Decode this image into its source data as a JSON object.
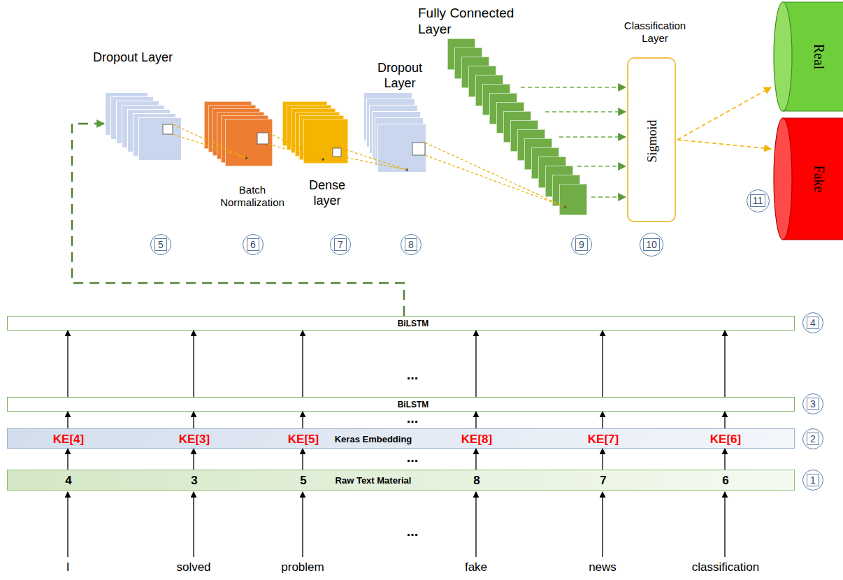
{
  "diagram": {
    "nodes": [
      {
        "text": [
          "Dropout Layer"
        ]
      },
      {
        "text": [
          "Batch Normalization"
        ]
      },
      {
        "text": [
          "Dense layer"
        ]
      },
      {
        "text": [
          "Dropout Layer"
        ]
      },
      {
        "text": [
          "Fully Connected Layer"
        ]
      },
      {
        "text": [
          "Classification Layer",
          "Sigmoid"
        ]
      },
      {
        "text": [
          "Real"
        ]
      },
      {
        "text": [
          "Fake"
        ]
      },
      {
        "text": [
          "BiLSTM"
        ]
      },
      {
        "text": [
          "BiLSTM"
        ]
      },
      {
        "text": [
          "KE[4]",
          "KE[3]",
          "KE[5]",
          "Keras Embedding",
          "KE[8]",
          "KE[7]",
          "KE[6]"
        ]
      },
      {
        "text": [
          "4",
          "3",
          "5",
          "Raw Text Material",
          "8",
          "7",
          "6"
        ]
      }
    ],
    "edges": [
      {
        "from": 11,
        "to": 10,
        "arrow": "to"
      },
      {
        "from": 11,
        "to": 10,
        "arrow": "to"
      },
      {
        "from": 11,
        "to": 10,
        "arrow": "to"
      },
      {
        "from": 11,
        "to": 10,
        "arrow": "to"
      },
      {
        "from": 11,
        "to": 10,
        "arrow": "to"
      },
      {
        "from": 11,
        "to": 10,
        "arrow": "to"
      },
      {
        "from": 10,
        "to": 9,
        "arrow": "to"
      },
      {
        "from": 10,
        "to": 9,
        "arrow": "to"
      },
      {
        "from": 10,
        "to": 9,
        "arrow": "to"
      },
      {
        "from": 10,
        "to": 9,
        "arrow": "to"
      },
      {
        "from": 10,
        "to": 9,
        "arrow": "to"
      },
      {
        "from": 10,
        "to": 9,
        "arrow": "to"
      },
      {
        "from": 9,
        "to": 8,
        "arrow": "to"
      },
      {
        "from": 9,
        "to": 8,
        "arrow": "to"
      },
      {
        "from": 9,
        "to": 8,
        "arrow": "to"
      },
      {
        "from": 9,
        "to": 8,
        "arrow": "to"
      },
      {
        "from": 9,
        "to": 8,
        "arrow": "to"
      },
      {
        "from": 9,
        "to": 8,
        "arrow": "to"
      },
      {
        "from": 8,
        "to": 0,
        "arrow": "to"
      },
      {
        "from": 0,
        "to": 1,
        "arrow": "none"
      },
      {
        "from": 1,
        "to": 2,
        "arrow": "none"
      },
      {
        "from": 2,
        "to": 3,
        "arrow": "none"
      },
      {
        "from": 3,
        "to": 4,
        "arrow": "none"
      },
      {
        "from": 4,
        "to": 5,
        "arrow": "to"
      },
      {
        "from": 4,
        "to": 5,
        "arrow": "to"
      },
      {
        "from": 4,
        "to": 5,
        "arrow": "to"
      },
      {
        "from": 4,
        "to": 5,
        "arrow": "to"
      },
      {
        "from": 4,
        "to": 5,
        "arrow": "to"
      },
      {
        "from": 5,
        "to": 6,
        "arrow": "to"
      },
      {
        "from": 5,
        "to": 7,
        "arrow": "to"
      }
    ],
    "labels": [
      "5",
      "6",
      "7",
      "8",
      "9",
      "10",
      "11",
      "4",
      "3",
      "2",
      "1",
      "...",
      "...",
      "...",
      "...",
      "I",
      "solved",
      "problem",
      "fake",
      "news",
      "classification"
    ]
  }
}
